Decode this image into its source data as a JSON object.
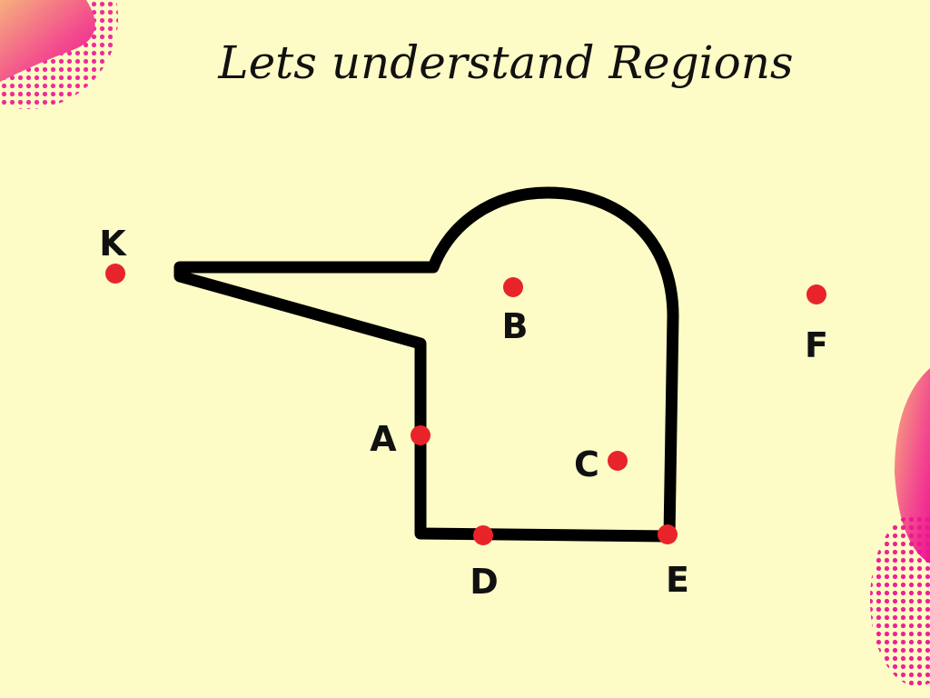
{
  "title": "Lets understand Regions",
  "colors": {
    "background": "#fdfcc6",
    "outline": "#000000",
    "point": "#e8242a",
    "blob_light": "#f4a07a",
    "blob_dark": "#f01496"
  },
  "points": [
    {
      "id": "A",
      "label": "A"
    },
    {
      "id": "B",
      "label": "B"
    },
    {
      "id": "C",
      "label": "C"
    },
    {
      "id": "D",
      "label": "D"
    },
    {
      "id": "E",
      "label": "E"
    },
    {
      "id": "F",
      "label": "F"
    },
    {
      "id": "K",
      "label": "K"
    }
  ]
}
